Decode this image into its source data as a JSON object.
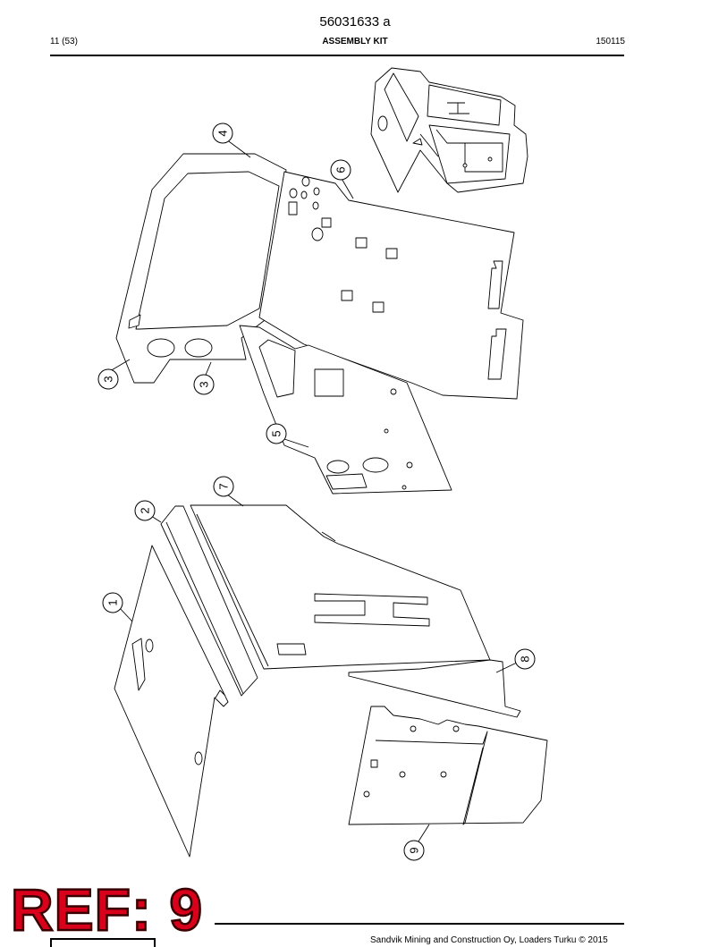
{
  "header": {
    "doc_number": "56031633 a",
    "page": "11 (53)",
    "title": "ASSEMBLY KIT",
    "date_code": "150115"
  },
  "callouts": {
    "c1": "1",
    "c2": "2",
    "c3a": "3",
    "c3b": "3",
    "c4": "4",
    "c5": "5",
    "c6": "6",
    "c7": "7",
    "c8": "8",
    "c9": "9"
  },
  "stamp": {
    "ref_label": "REF: 9",
    "color": "#d9001b"
  },
  "footer": {
    "copyright": "Sandvik Mining and Construction Oy, Loaders Turku © 2015"
  }
}
